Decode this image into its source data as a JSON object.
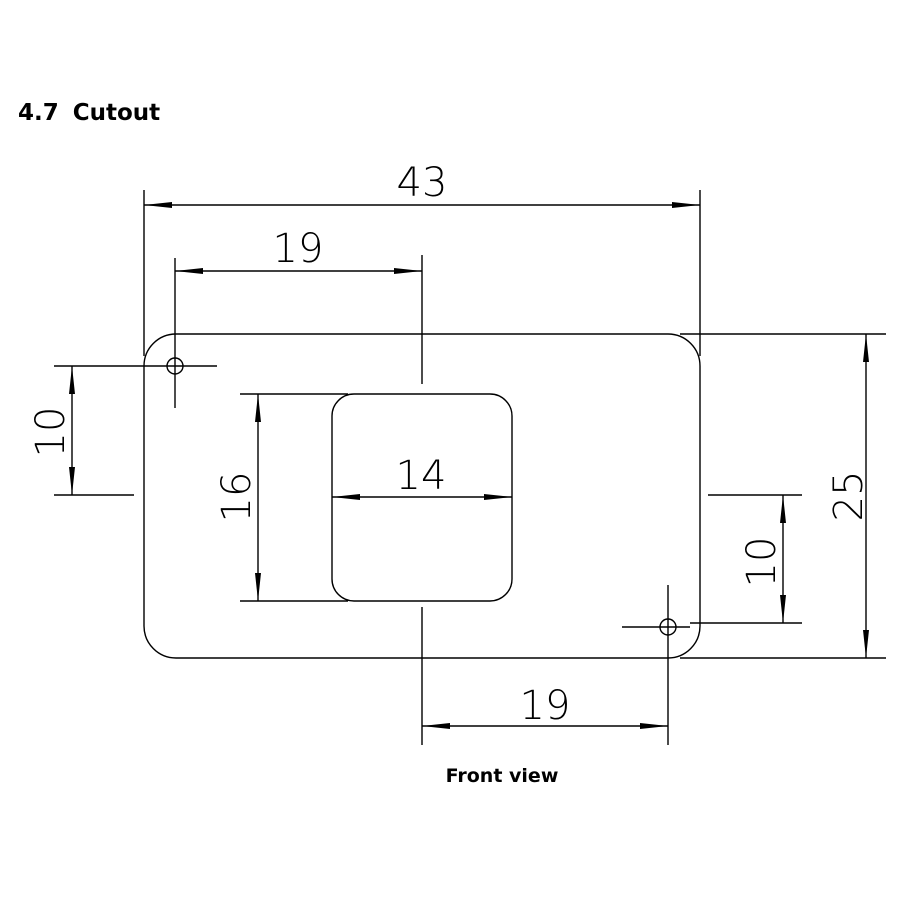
{
  "section": {
    "number": "4.7",
    "title": "Cutout"
  },
  "caption": "Front view",
  "dimensions": {
    "overall_width": "43",
    "overall_height": "25",
    "hole_offset_top_left": "19",
    "hole_offset_bottom_right": "19",
    "hole_vertical_left": "10",
    "hole_vertical_right": "10",
    "window_width": "14",
    "window_height": "16"
  }
}
